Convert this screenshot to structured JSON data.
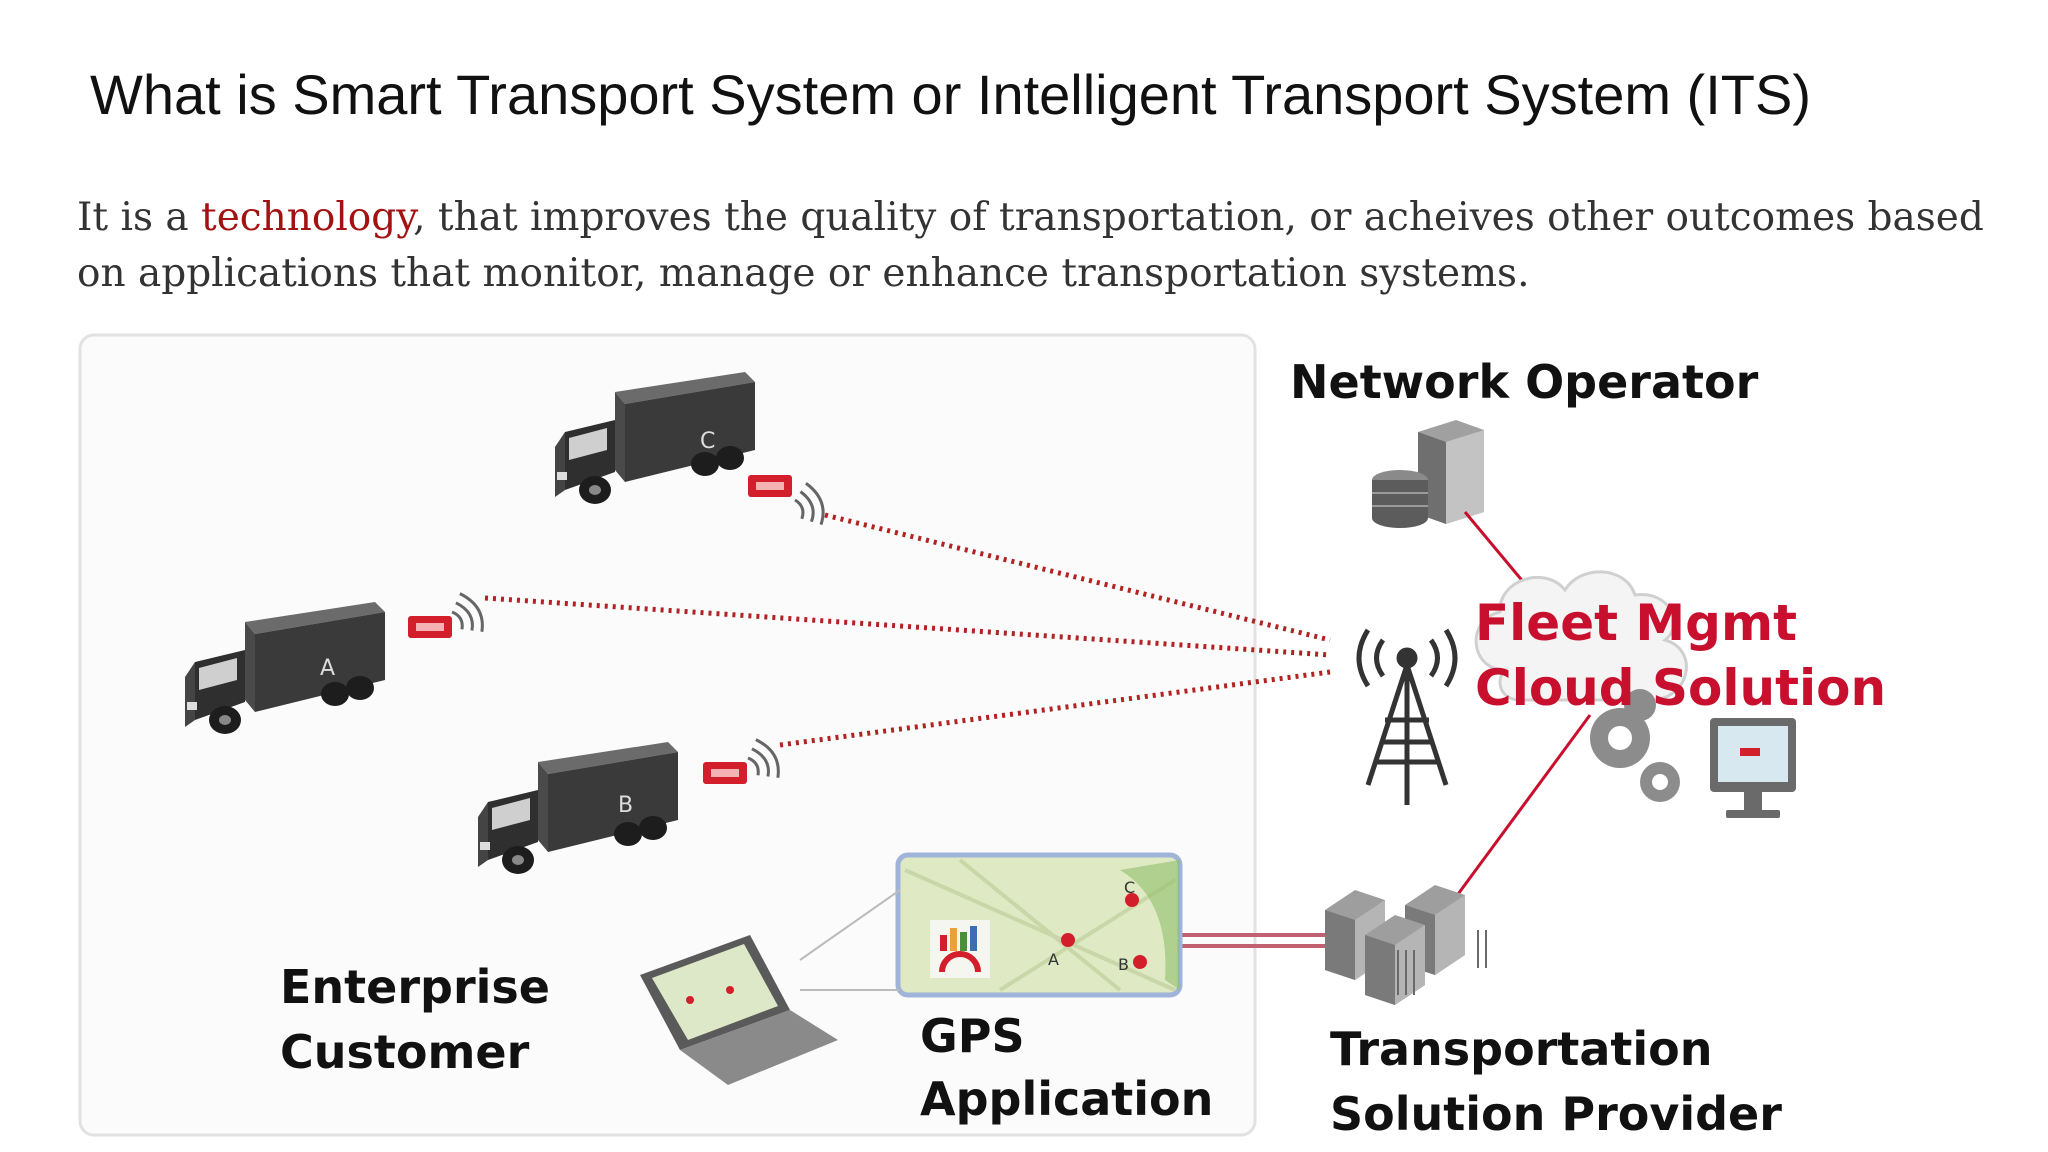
{
  "page": {
    "title": "What is Smart Transport System or Intelligent Transport System (ITS)",
    "intro_before": "It is a ",
    "intro_link": "technology",
    "intro_after": ", that improves the quality of transportation, or acheives other outcomes based on applications that monitor, manage or enhance transportation systems."
  },
  "diagram": {
    "labels": {
      "network_operator": "Network Operator",
      "fleet_line1": "Fleet Mgmt",
      "fleet_line2": "Cloud Solution",
      "enterprise_line1": "Enterprise",
      "enterprise_line2": "Customer",
      "gps_line1": "GPS",
      "gps_line2": "Application",
      "provider_line1": "Transportation",
      "provider_line2": "Solution Provider"
    },
    "trucks": {
      "a": "A",
      "b": "B",
      "c": "C"
    },
    "map_markers": {
      "a": "A",
      "b": "B",
      "c": "C"
    },
    "colors": {
      "accent_red": "#c8102e",
      "dotted_link": "#b22222",
      "truck_body": "#3a3a3a"
    }
  }
}
